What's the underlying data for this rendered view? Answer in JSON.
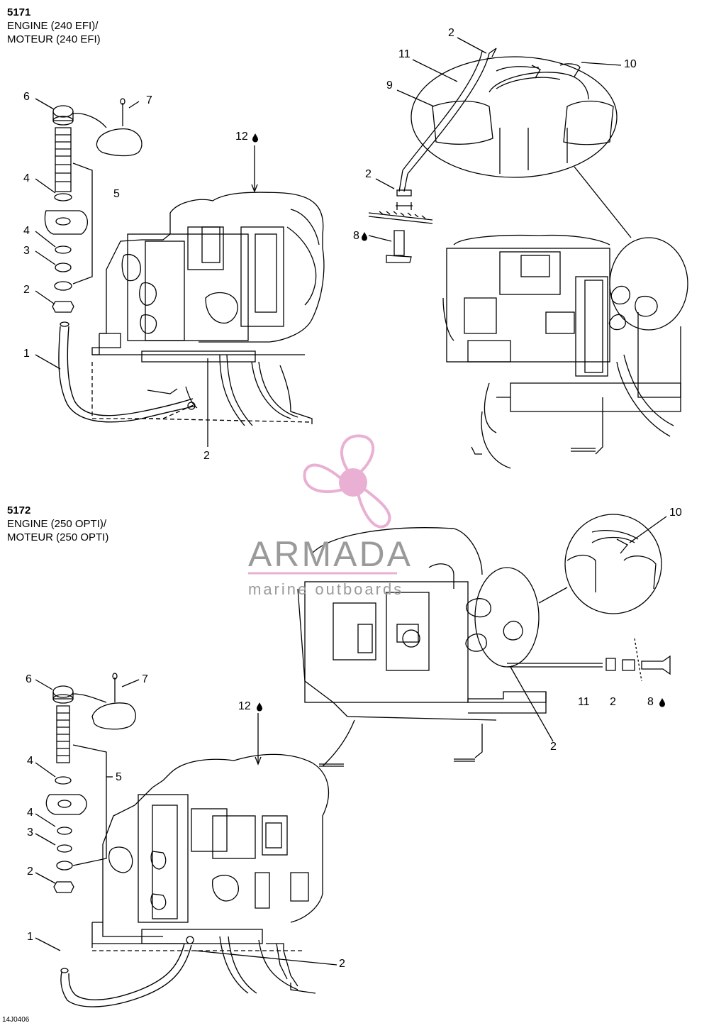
{
  "section_1": {
    "code": "5171",
    "title_en": "ENGINE (240 EFI)/",
    "title_fr": "MOTEUR (240 EFI)"
  },
  "section_2": {
    "code": "5172",
    "title_en": "ENGINE (250 OPTI)/",
    "title_fr": "MOTEUR (250 OPTI)"
  },
  "callouts_1": {
    "c1": "1",
    "c2a": "2",
    "c2b": "2",
    "c2c": "2",
    "c3": "3",
    "c4a": "4",
    "c4b": "4",
    "c5": "5",
    "c6": "6",
    "c7": "7",
    "c8": "8",
    "c9": "9",
    "c10": "10",
    "c11": "11",
    "c12": "12"
  },
  "callouts_2": {
    "c1": "1",
    "c2a": "2",
    "c2b": "2",
    "c2c": "2",
    "c2d": "2",
    "c3": "3",
    "c4a": "4",
    "c4b": "4",
    "c5": "5",
    "c6": "6",
    "c7": "7",
    "c8": "8",
    "c10": "10",
    "c11": "11",
    "c12": "12"
  },
  "watermark": {
    "name": "ARMADA",
    "sub": "marine outboards",
    "accent": "#e8a8cf"
  },
  "footer": "14J0406",
  "icons": [
    "oil-drop-icon"
  ]
}
